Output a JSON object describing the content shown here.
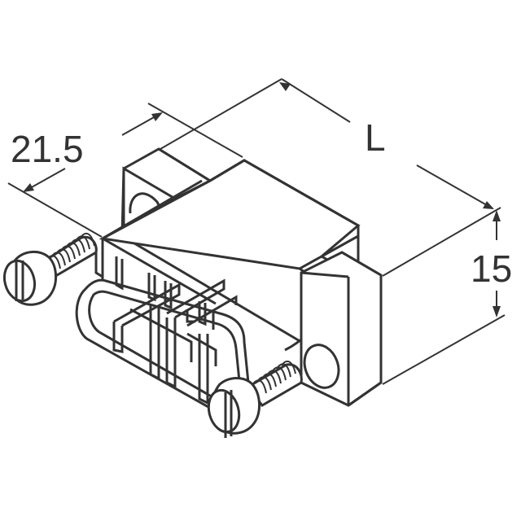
{
  "drawing": {
    "subject": "D-sub style connector with two slotted thumb screws, isometric outline view",
    "line_color": "#333333",
    "background": "#ffffff"
  },
  "dimensions": {
    "depth": {
      "label": "21.5"
    },
    "length": {
      "label": "L"
    },
    "height": {
      "label": "15"
    }
  }
}
